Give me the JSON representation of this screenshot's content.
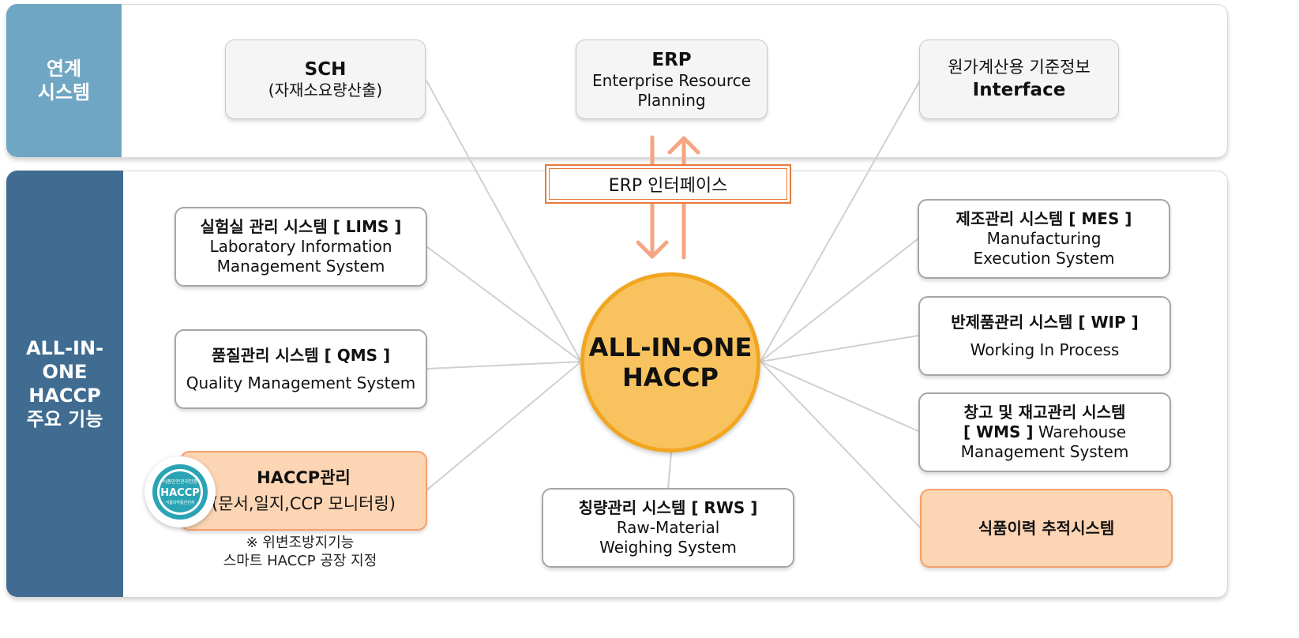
{
  "sections": {
    "linked": "연계\n시스템",
    "core": "ALL-IN-\nONE\nHACCP\n주요 기능"
  },
  "top_boxes": {
    "sch": {
      "title": "SCH",
      "subtitle": "(자재소요량산출)"
    },
    "erp": {
      "title": "ERP",
      "line1": "Enterprise Resource",
      "line2": "Planning"
    },
    "cost": {
      "line1": "원가계산용 기준정보",
      "title": "Interface"
    }
  },
  "erp_interface": "ERP 인터페이스",
  "center": {
    "line1": "ALL-IN-ONE",
    "line2": "HACCP"
  },
  "left_boxes": {
    "lims": {
      "title": "실험실 관리 시스템 [ LIMS ]",
      "line1": "Laboratory Information",
      "line2": "Management System"
    },
    "qms": {
      "title": "품질관리 시스템 [ QMS ]",
      "line1": "Quality Management System"
    },
    "haccp": {
      "title": "HACCP관리",
      "line1": "(문서,일지,CCP 모니터링)"
    }
  },
  "haccp_badge": {
    "top": "식품안전관리인증",
    "mark": "HACCP",
    "bottom": "식품의약품안전처"
  },
  "note": {
    "line1": "※ 위변조방지기능",
    "line2": "스마트 HACCP 공장 지정"
  },
  "bottom_box": {
    "title": "칭량관리 시스템 [ RWS ]",
    "line1": "Raw-Material",
    "line2": "Weighing System"
  },
  "right_boxes": {
    "mes": {
      "title": "제조관리 시스템 [ MES ]",
      "line1": "Manufacturing",
      "line2": "Execution System"
    },
    "wip": {
      "title": "반제품관리 시스템 [ WIP ]",
      "line1": "Working In Process"
    },
    "wms": {
      "title": "창고 및 재고관리 시스템",
      "code": "[ WMS ]",
      "line1": " Warehouse",
      "line2": "Management System"
    },
    "trace": {
      "title": "식품이력 추적시스템"
    }
  },
  "colors": {
    "linked_bar": "#6fa6c4",
    "core_bar": "#3f6c90",
    "center_fill": "#f8c35f",
    "center_stroke": "#f2a620",
    "highlight_fill": "#fcd5b4",
    "arrow": "#f4a582",
    "connector": "#d0d0d0"
  }
}
